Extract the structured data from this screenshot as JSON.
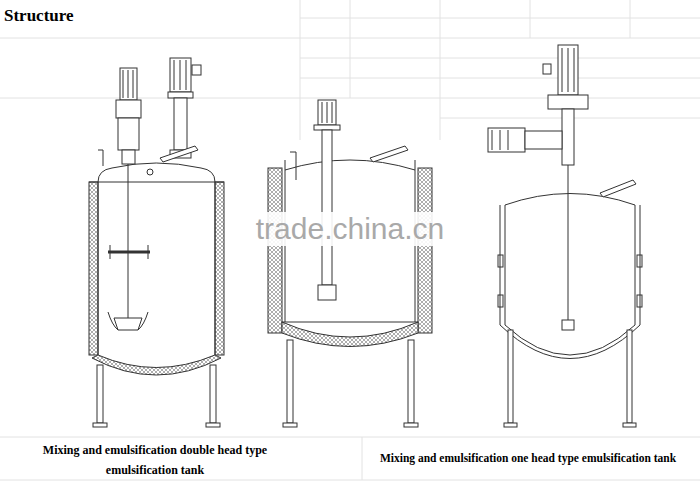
{
  "diagram": {
    "title": "Structure",
    "labels": [
      "trade.china.cn",
      "Mixing and emulsification double head type emulsification tank",
      "Mixing and emulsification one head type emulsification tank"
    ]
  }
}
